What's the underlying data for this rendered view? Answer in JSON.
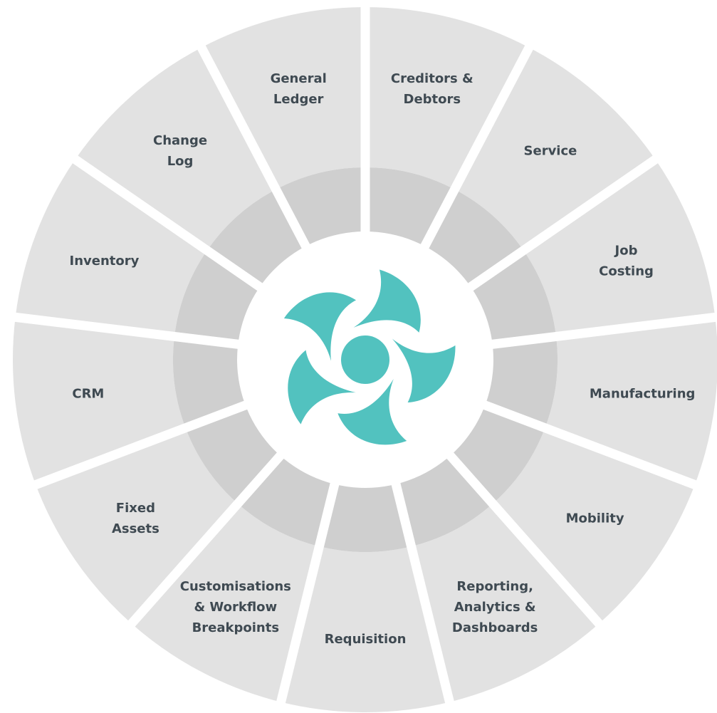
{
  "colors": {
    "outer_ring": "#e2e2e2",
    "inner_ring": "#cfcfcf",
    "separator": "#ffffff",
    "label_text": "#3f4a52",
    "logo": "#52c2bf"
  },
  "logo": {
    "icon": "swirl-logo-icon"
  },
  "segments": [
    {
      "lines": [
        "Creditors &",
        "Debtors"
      ]
    },
    {
      "lines": [
        "Service"
      ]
    },
    {
      "lines": [
        "Job",
        "Costing"
      ]
    },
    {
      "lines": [
        "Manufacturing"
      ]
    },
    {
      "lines": [
        "Mobility"
      ]
    },
    {
      "lines": [
        "Reporting,",
        "Analytics &",
        "Dashboards"
      ]
    },
    {
      "lines": [
        "Requisition"
      ]
    },
    {
      "lines": [
        "Customisations",
        "& Workflow",
        "Breakpoints"
      ]
    },
    {
      "lines": [
        "Fixed",
        "Assets"
      ]
    },
    {
      "lines": [
        "CRM"
      ]
    },
    {
      "lines": [
        "Inventory"
      ]
    },
    {
      "lines": [
        "Change",
        "Log"
      ]
    },
    {
      "lines": [
        "General",
        "Ledger"
      ]
    }
  ]
}
